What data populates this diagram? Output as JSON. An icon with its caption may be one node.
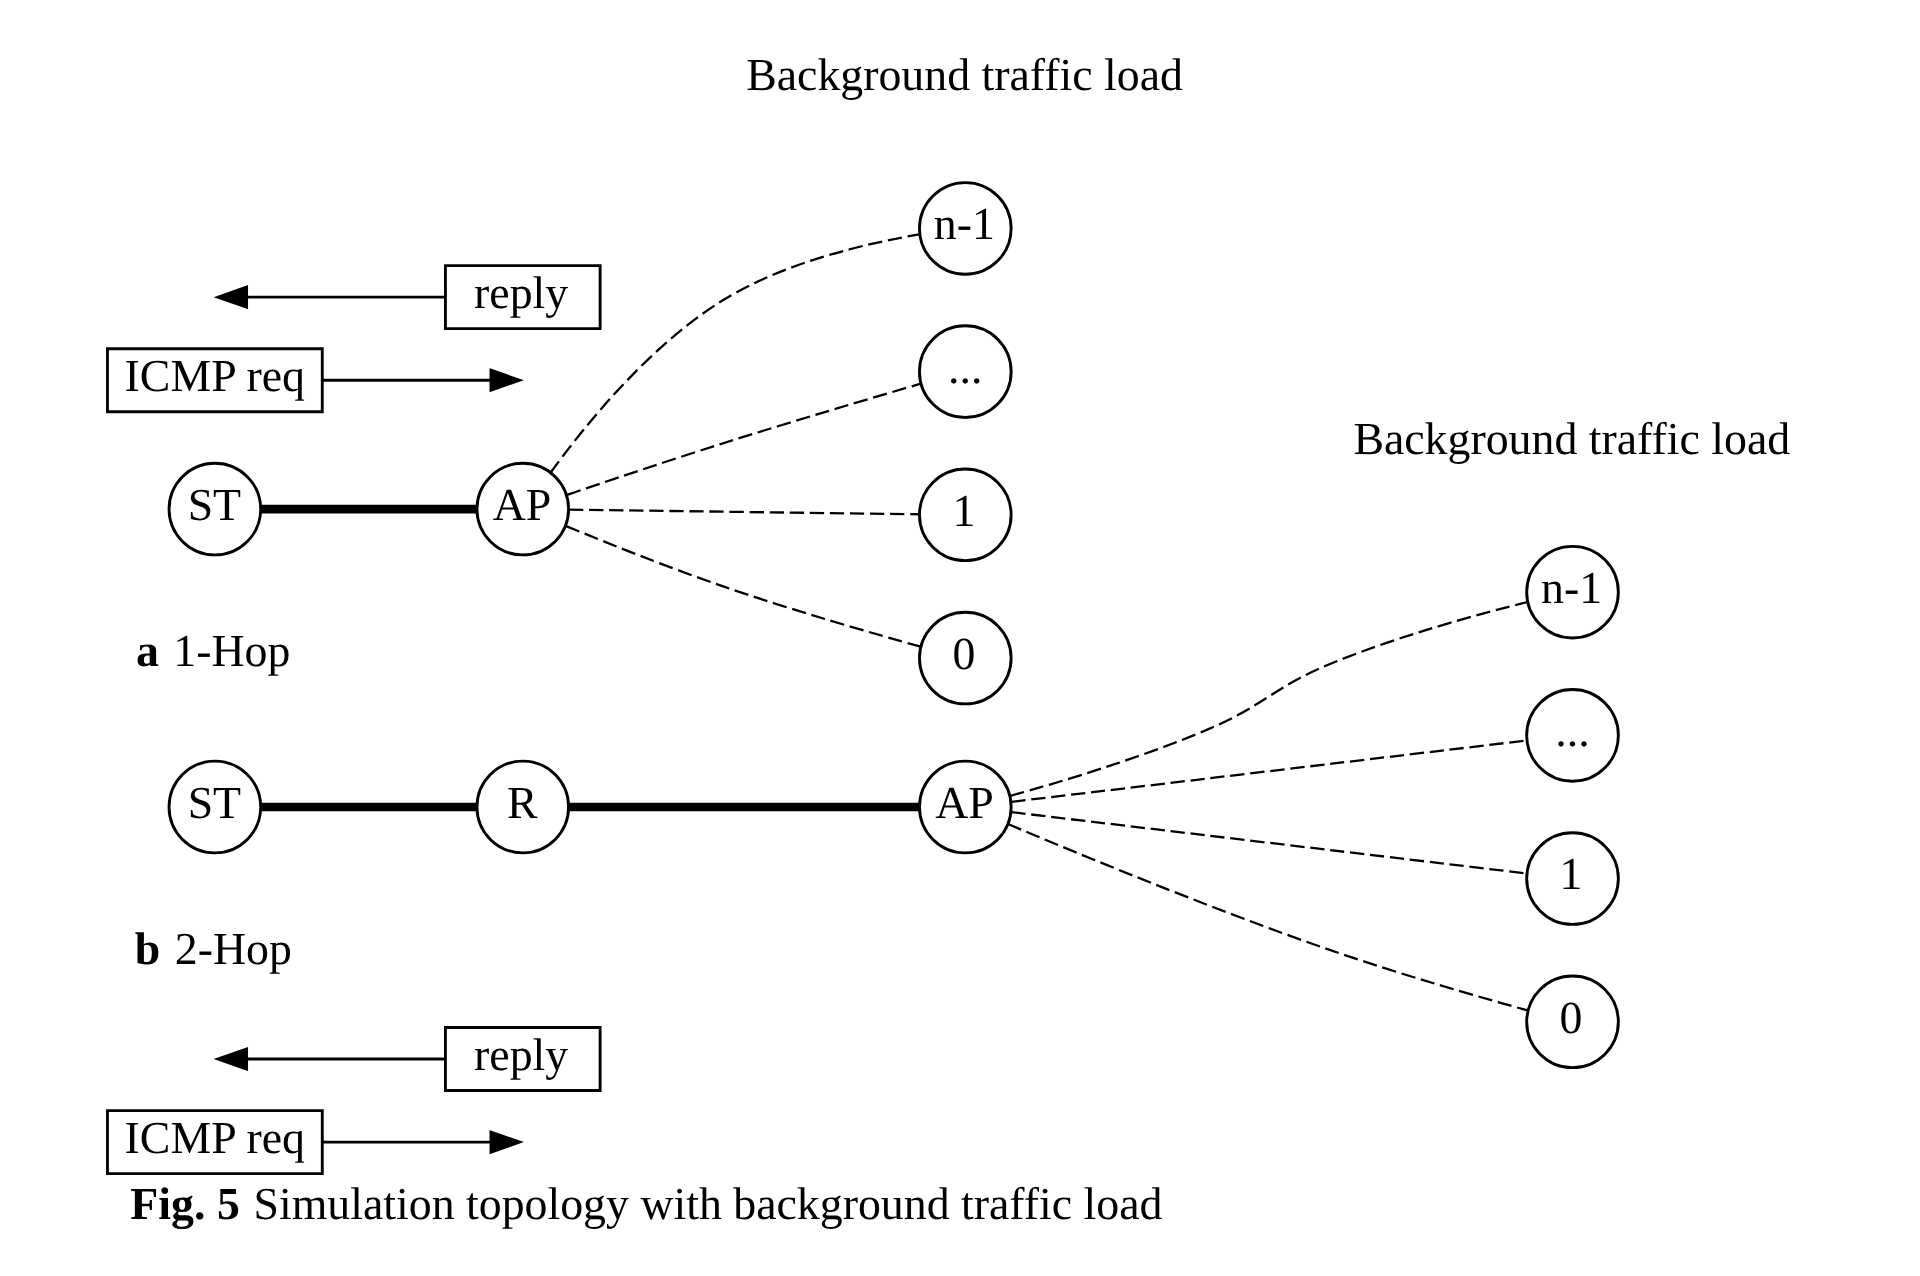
{
  "diagram": {
    "caption": "**Fig. 5** Simulation topology with background traffic load",
    "nodes": [
      {
        "text": [
          "ICMP req"
        ]
      },
      {
        "text": [
          "reply"
        ]
      },
      {
        "text": [
          "ST"
        ]
      },
      {
        "text": [
          "AP"
        ]
      },
      {
        "text": [
          "n-1"
        ]
      },
      {
        "text": [
          "..."
        ]
      },
      {
        "text": [
          "1"
        ]
      },
      {
        "text": [
          "0"
        ]
      },
      {
        "text": [
          "ICMP req"
        ]
      },
      {
        "text": [
          "reply"
        ]
      },
      {
        "text": [
          "ST"
        ]
      },
      {
        "text": [
          "R"
        ]
      },
      {
        "text": [
          "AP"
        ]
      },
      {
        "text": [
          "n-1"
        ]
      },
      {
        "text": [
          "..."
        ]
      },
      {
        "text": [
          "1"
        ]
      },
      {
        "text": [
          "0"
        ]
      }
    ],
    "edges": [
      {
        "from": 0,
        "to": null,
        "arrow": "to"
      },
      {
        "from": 1,
        "to": null,
        "arrow": "to"
      },
      {
        "from": 2,
        "to": 3,
        "arrow": "none",
        "style": "thick"
      },
      {
        "from": 3,
        "to": 4,
        "arrow": "none",
        "style": "dashed"
      },
      {
        "from": 3,
        "to": 5,
        "arrow": "none",
        "style": "dashed"
      },
      {
        "from": 3,
        "to": 6,
        "arrow": "none",
        "style": "dashed"
      },
      {
        "from": 3,
        "to": 7,
        "arrow": "none",
        "style": "dashed"
      },
      {
        "from": 8,
        "to": null,
        "arrow": "to"
      },
      {
        "from": 9,
        "to": null,
        "arrow": "to"
      },
      {
        "from": 10,
        "to": 11,
        "arrow": "none",
        "style": "thick"
      },
      {
        "from": 11,
        "to": 12,
        "arrow": "none",
        "style": "thick"
      },
      {
        "from": 12,
        "to": 13,
        "arrow": "none",
        "style": "dashed"
      },
      {
        "from": 12,
        "to": 14,
        "arrow": "none",
        "style": "dashed"
      },
      {
        "from": 12,
        "to": 15,
        "arrow": "none",
        "style": "dashed"
      },
      {
        "from": 12,
        "to": 16,
        "arrow": "none",
        "style": "dashed"
      }
    ],
    "labels": [
      "Background traffic load",
      "**a** 1-Hop",
      "Background traffic load",
      "**b** 2-Hop"
    ]
  }
}
